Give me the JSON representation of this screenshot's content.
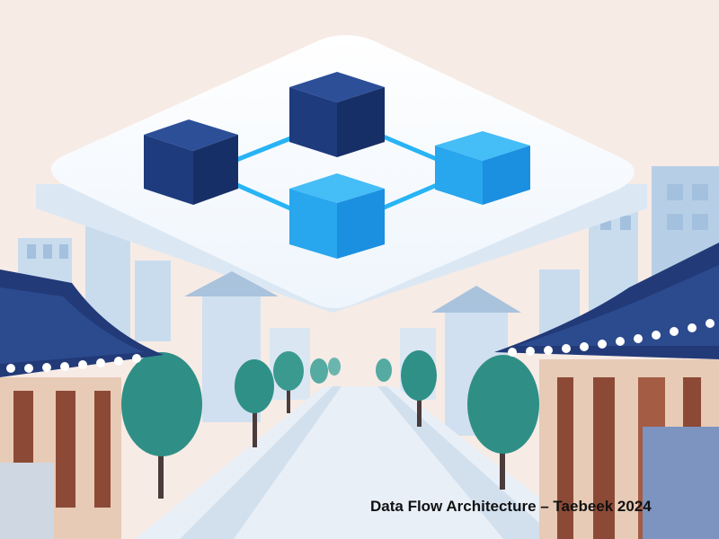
{
  "caption": {
    "text": "Data Flow Architecture – Taebeek 2024"
  },
  "palette": {
    "background": "#f7ebe5",
    "platform": "#ffffff",
    "cube_dark": "#203e80",
    "cube_light": "#20a0f0",
    "connector": "#28b4f4",
    "roof": "#223a78",
    "tree": "#2f8f86",
    "wood": "#8c4a36",
    "building": "#c5d9ec",
    "road": "#e8eef6"
  },
  "icons": {
    "platform": "isometric-platform",
    "cubes": "data-node-cube",
    "buildings": "hanok-house"
  }
}
